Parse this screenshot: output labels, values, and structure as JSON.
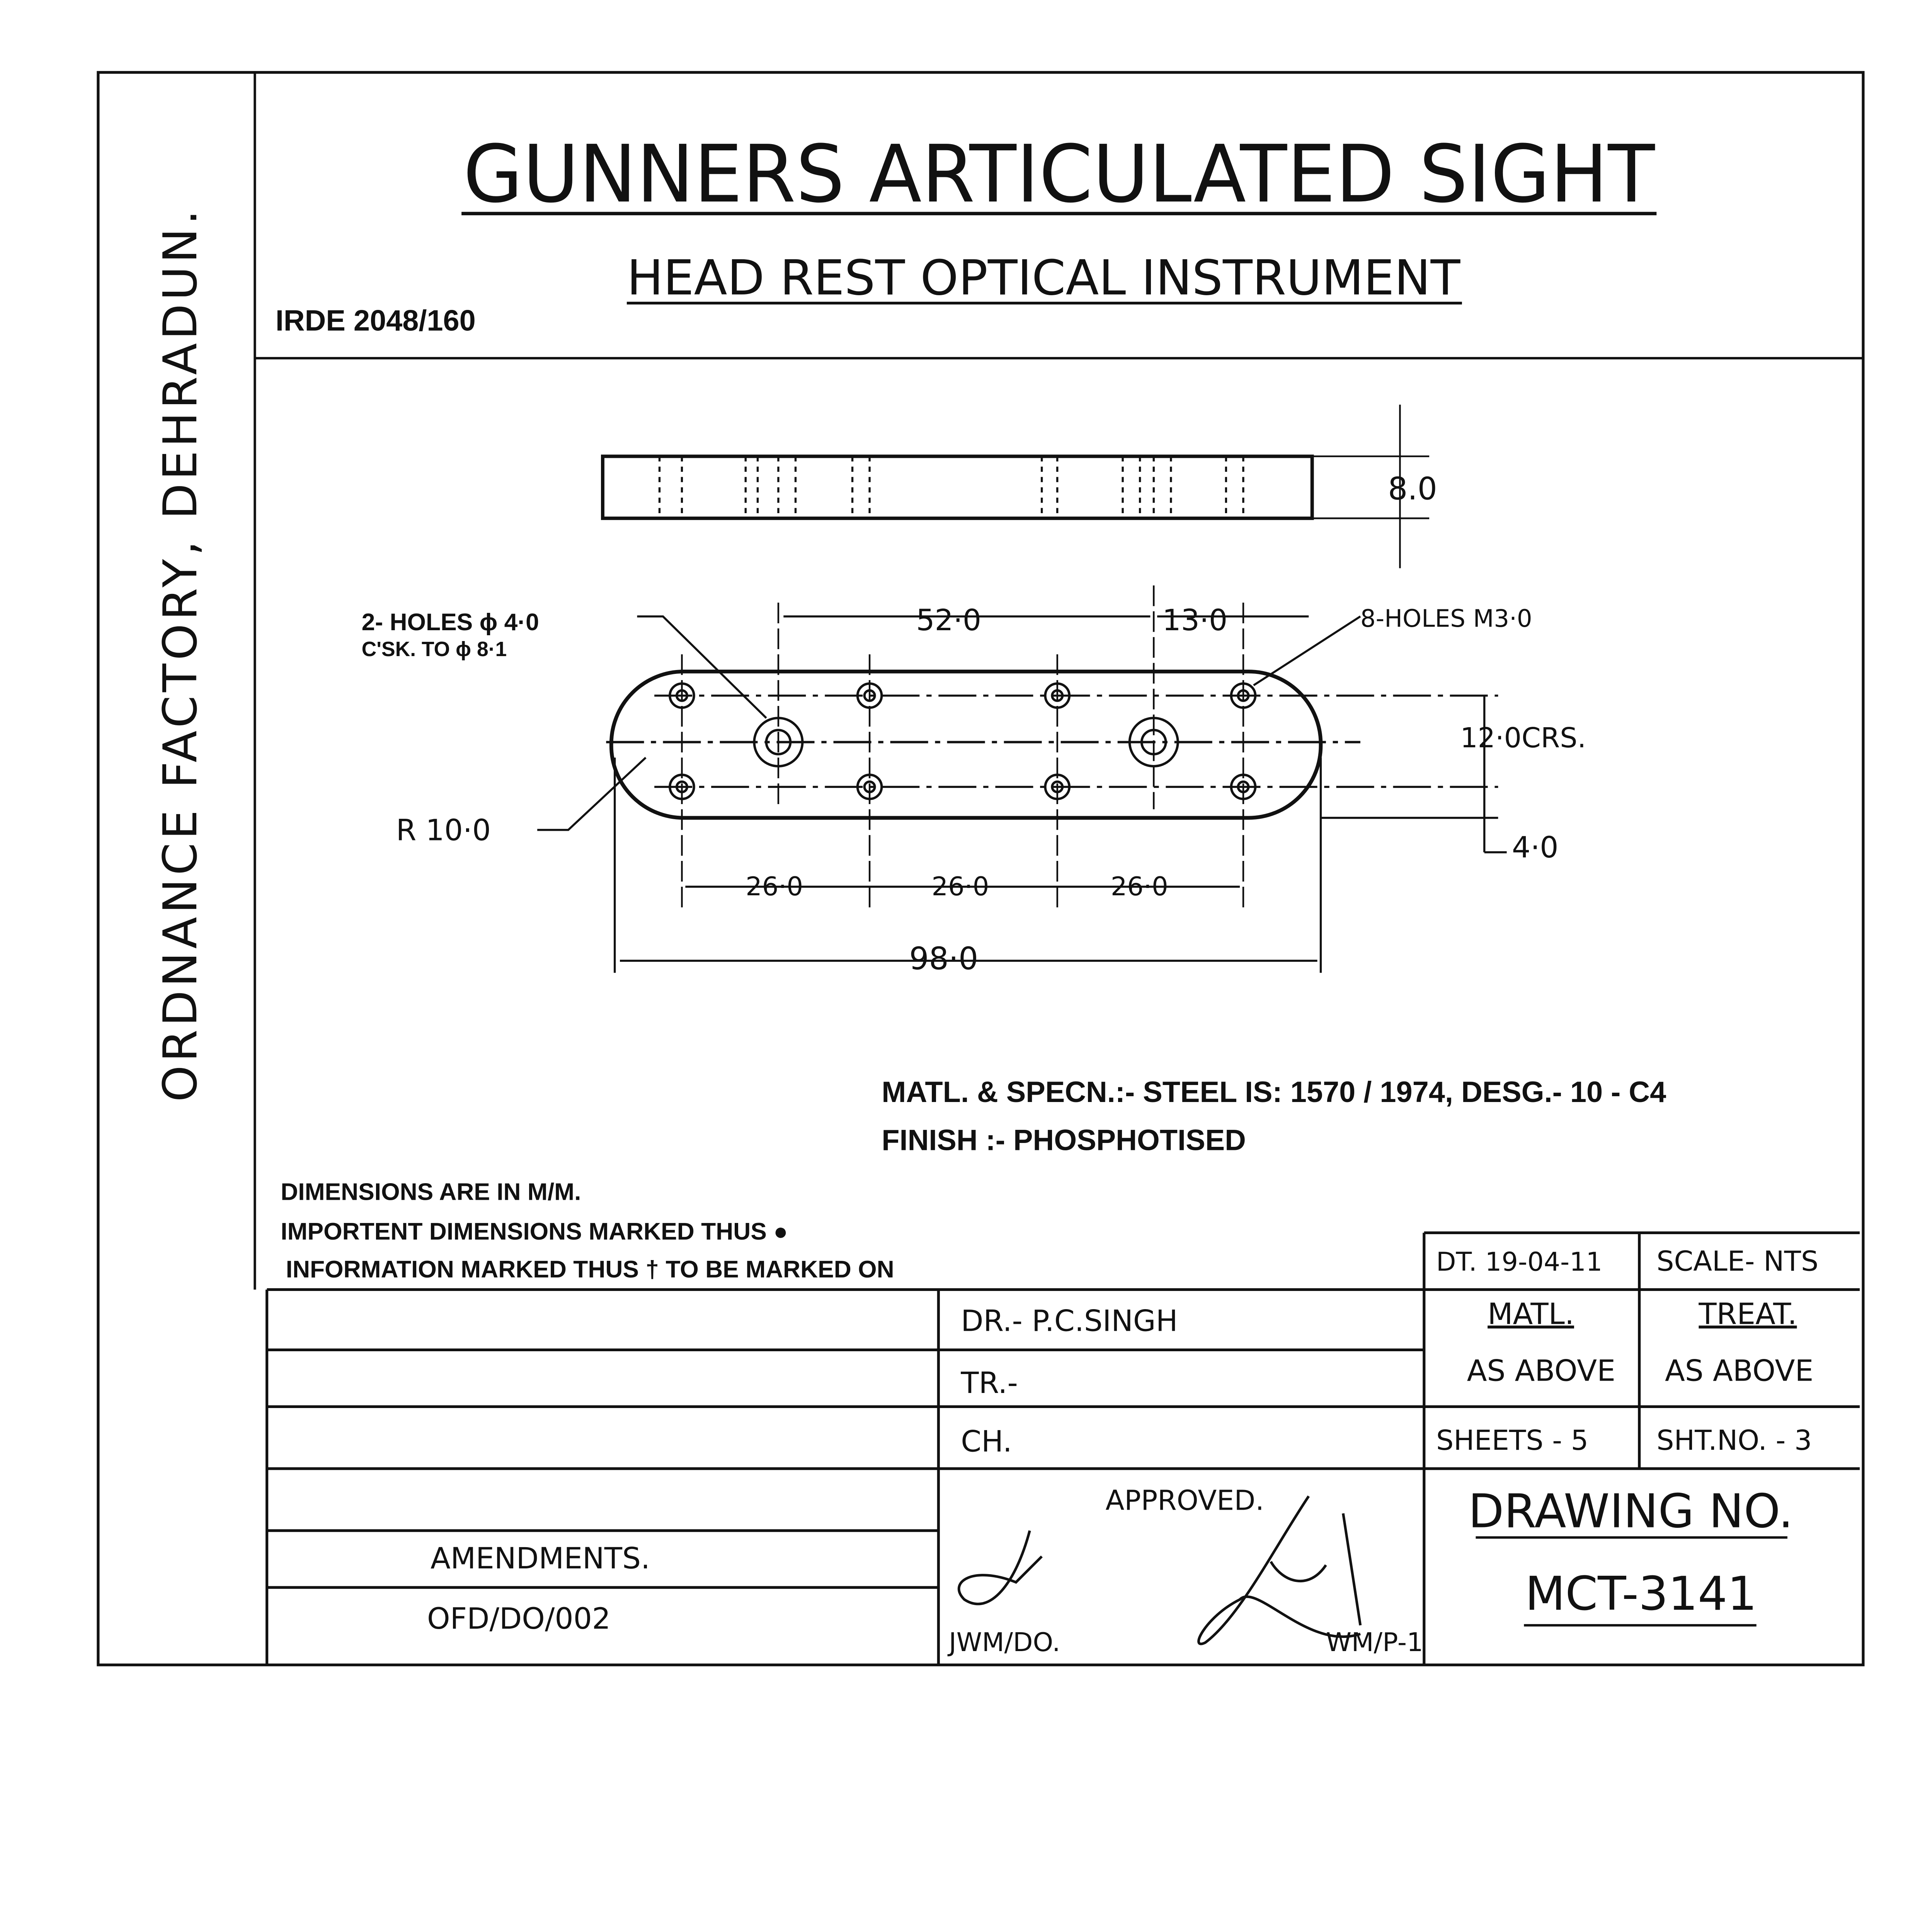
{
  "side_strip": {
    "text": "ORDNANCE FACTORY, DEHRADUN."
  },
  "header": {
    "title": "GUNNERS ARTICULATED SIGHT",
    "subtitle": "HEAD REST OPTICAL INSTRUMENT",
    "ref_no": "IRDE 2048/160"
  },
  "drawing": {
    "side_view_thickness": "8.0",
    "holes_note_1": "2- HOLES ϕ 4·0",
    "holes_note_2": "C'SK. TO ϕ 8·1",
    "dim_52": "52·0",
    "dim_13": "13·0",
    "holes_note_3": "8-HOLES M3·0",
    "dim_12_crs": "12·0CRS.",
    "dim_4": "4·0",
    "radius": "R 10·0",
    "dim_26_a": "26·0",
    "dim_26_b": "26·0",
    "dim_26_c": "26·0",
    "dim_98": "98·0"
  },
  "spec": {
    "material": "MATL. & SPECN.:- STEEL IS: 1570 / 1974, DESG.- 10 - C4",
    "finish": "FINISH :- PHOSPHOTISED"
  },
  "notes": [
    "DIMENSIONS ARE IN M/M.",
    "IMPORTENT DIMENSIONS MARKED THUS ●",
    "INFORMATION MARKED THUS † TO BE MARKED ON"
  ],
  "title_block": {
    "date": "DT. 19-04-11",
    "scale": "SCALE- NTS",
    "drawn": "DR.- P.C.SINGH",
    "traced": "TR.-",
    "checked": "CH.",
    "matl_label": "MATL.",
    "matl_value": "AS ABOVE",
    "treat_label": "TREAT.",
    "treat_value": "AS ABOVE",
    "sheets": "SHEETS - 5",
    "sheet_no": "SHT.NO. - 3",
    "approved": "APPROVED.",
    "jwm": "JWM/DO.",
    "wm": "WM/P-1",
    "amendments": "AMENDMENTS.",
    "ofd": "OFD/DO/002",
    "drawing_no_label": "DRAWING NO.",
    "drawing_no": "MCT-3141"
  }
}
